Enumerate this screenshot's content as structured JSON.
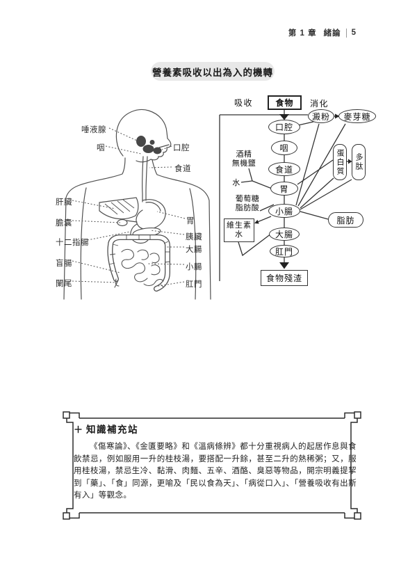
{
  "header": {
    "chapter": "第 1 章",
    "section": "緒論",
    "page": "5"
  },
  "title": "營養素吸收以出為入的機轉",
  "anatomy": {
    "salivary_gland": "唾液腺",
    "pharynx": "咽",
    "oral_cavity": "口腔",
    "esophagus": "食道",
    "liver": "肝臟",
    "gallbladder": "膽囊",
    "duodenum": "十二指腸",
    "cecum": "盲腸",
    "appendix": "闌尾",
    "stomach": "胃",
    "pancreas": "胰臟",
    "large_intestine": "大腸",
    "small_intestine": "小腸",
    "anus": "肛門"
  },
  "flowchart": {
    "absorption": "吸收",
    "digestion": "消化",
    "food": "食物",
    "oral_cavity": "口腔",
    "pharynx": "咽",
    "esophagus": "食道",
    "stomach": "胃",
    "small_intestine": "小腸",
    "large_intestine": "大腸",
    "anus": "肛門",
    "residue": "食物殘渣",
    "starch": "澱粉",
    "maltose": "麥芽糖",
    "protein": "蛋白質",
    "peptide": "多肽",
    "fat": "脂肪",
    "alcohol_salts": "酒精\n無機鹽",
    "water": "水",
    "glucose_fatty_acid": "葡萄糖\n脂肪酸",
    "vitamin_water": "維生素\n水"
  },
  "knowledge": {
    "icon": "＋",
    "title": "知識補充站",
    "body": "《傷寒論》、《金匱要略》和《溫病條辨》都十分重視病人的起居作息與食飲禁忌，例如服用一升的桂枝湯，要搭配一升餘，甚至二升的熱稀粥；又，服用桂枝湯，禁忌生冷、黏滑、肉麵、五辛、酒酪、臭惡等物品，開宗明義提挈到「藥」、「食」同源，更喻及「民以食為天」、「病從口入」、「營養吸收有出斯有入」等觀念。"
  }
}
